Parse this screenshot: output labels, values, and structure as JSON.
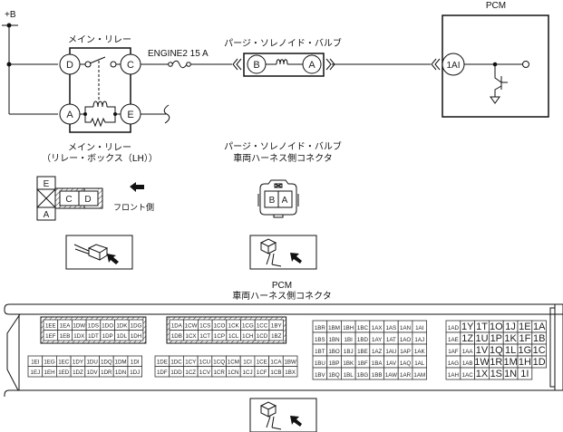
{
  "circuit": {
    "supply_label": "+B",
    "main_relay_title": "メイン・リレー",
    "main_relay_caption_line1": "メイン・リレー",
    "main_relay_caption_line2": "（リレー・ボックス（LH））",
    "fuse_label": "ENGINE2 15 A",
    "purge_valve_title": "パージ・ソレノイド・バルブ",
    "purge_valve_caption_line1": "パージ・ソレノイド・バルブ",
    "purge_valve_caption_line2": "車両ハーネス側コネクタ",
    "pcm_title": "PCM",
    "relay_terminals": {
      "D": "D",
      "C": "C",
      "A": "A",
      "E": "E"
    },
    "valve_terminals": {
      "B": "B",
      "A": "A"
    },
    "pcm_terminal": "1AI"
  },
  "relay_connector": {
    "terminals": {
      "E": "E",
      "A": "A",
      "C": "C",
      "D": "D"
    },
    "front_side_label": "フロント側"
  },
  "valve_connector": {
    "terminals": {
      "B": "B",
      "A": "A"
    }
  },
  "pcm_connector": {
    "title_line1": "PCM",
    "title_line2": "車両ハーネス側コネクタ",
    "block1_top": [
      [
        "1EE",
        "1EA",
        "1DW",
        "1DS",
        "1DO",
        "1DK",
        "1DG"
      ],
      [
        "1EF",
        "1EB",
        "1DX",
        "1DT",
        "1DP",
        "1DL",
        "1DH"
      ]
    ],
    "block1_bottom": [
      [
        "1EI",
        "1EG",
        "1EC",
        "1DY",
        "1DU",
        "1DQ",
        "1DM",
        "1DI"
      ],
      [
        "1EJ",
        "1EH",
        "1ED",
        "1DZ",
        "1DV",
        "1DR",
        "1DN",
        "1DJ"
      ]
    ],
    "block2_top": [
      [
        "1DA",
        "1CW",
        "1CS",
        "1CO",
        "1CK",
        "1CG",
        "1CC",
        "1BY"
      ],
      [
        "1DB",
        "1CX",
        "1CT",
        "1CP",
        "1CL",
        "1CH",
        "1CD",
        "1BZ"
      ]
    ],
    "block2_bottom": [
      [
        "1DE",
        "1DC",
        "1CY",
        "1CU",
        "1CQ",
        "1CM",
        "1CI",
        "1CE",
        "1CA",
        "1BW"
      ],
      [
        "1DF",
        "1DD",
        "1CZ",
        "1CV",
        "1CR",
        "1CN",
        "1CJ",
        "1CF",
        "1CB",
        "1BX"
      ]
    ],
    "block3": [
      [
        "1BR",
        "1BM",
        "1BH",
        "1BC",
        "1AX",
        "1AS",
        "1AN",
        "1AI"
      ],
      [
        "1BS",
        "1BN",
        "1BI",
        "1BD",
        "1AY",
        "1AT",
        "1AO",
        "1AJ"
      ],
      [
        "1BT",
        "1BO",
        "1BJ",
        "1BE",
        "1AZ",
        "1AU",
        "1AP",
        "1AK"
      ],
      [
        "1BU",
        "1BP",
        "1BK",
        "1BF",
        "1BA",
        "1AV",
        "1AQ",
        "1AL"
      ],
      [
        "1BV",
        "1BQ",
        "1BL",
        "1BG",
        "1BB",
        "1AW",
        "1AR",
        "1AM"
      ]
    ],
    "block4": [
      [
        "1AD",
        "1Y",
        "1T",
        "1O",
        "1J",
        "1E",
        "1A"
      ],
      [
        "1AE",
        "1Z",
        "1U",
        "1P",
        "1K",
        "1F",
        "1B"
      ],
      [
        "1AF",
        "1AA",
        "1V",
        "1Q",
        "1L",
        "1G",
        "1C"
      ],
      [
        "1AG",
        "1AB",
        "1W",
        "1R",
        "1M",
        "1H",
        "1D"
      ],
      [
        "1AH",
        "1AC",
        "1X",
        "1S",
        "1N",
        "1I",
        ""
      ]
    ]
  }
}
